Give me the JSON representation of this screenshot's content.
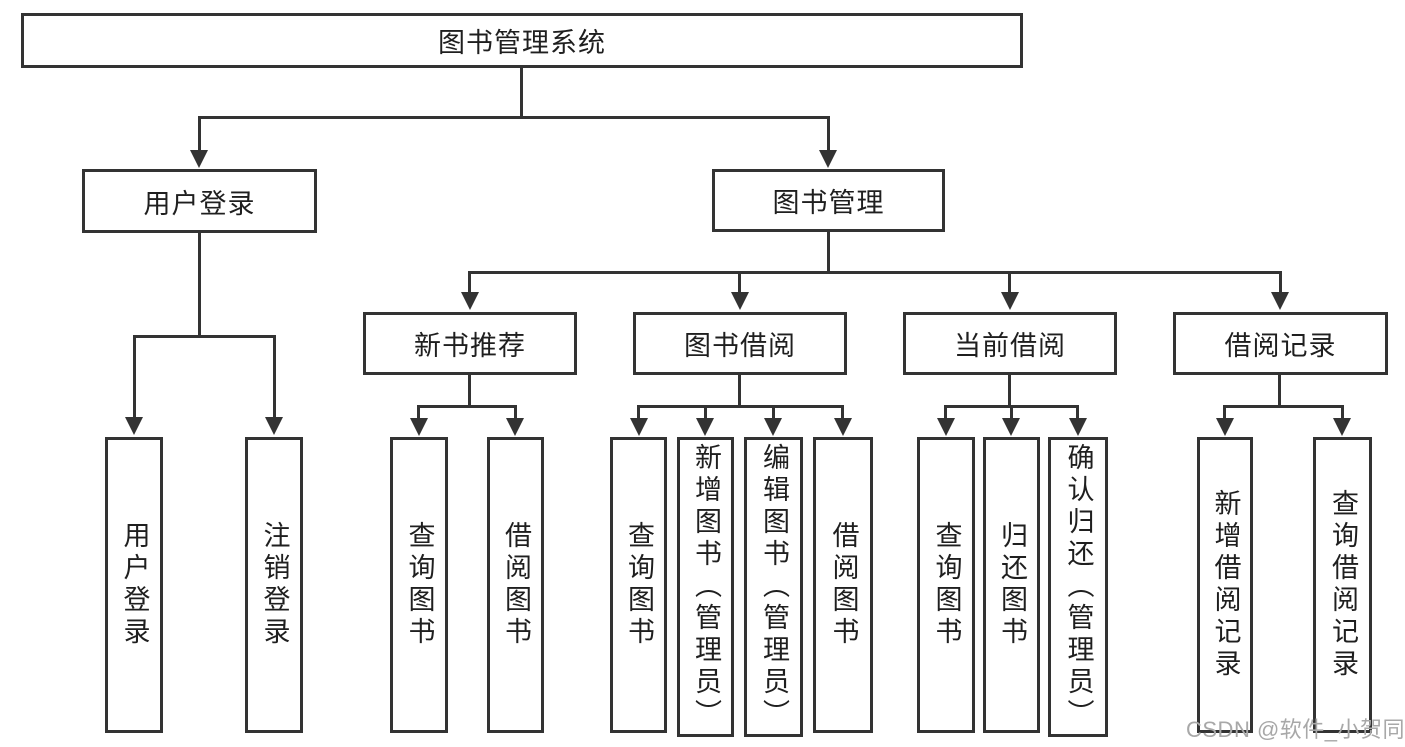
{
  "watermark": "CSDN @软件_小贺同学",
  "colors": {
    "line": "#333333",
    "text": "#1f1f1f",
    "background": "#ffffff",
    "watermark": "#a8a8a8"
  },
  "root": {
    "label": "图书管理系统",
    "children": [
      {
        "label": "用户登录",
        "children": [
          {
            "label": "用户登录"
          },
          {
            "label": "注销登录"
          }
        ]
      },
      {
        "label": "图书管理",
        "children": [
          {
            "label": "新书推荐",
            "children": [
              {
                "label": "查询图书"
              },
              {
                "label": "借阅图书"
              }
            ]
          },
          {
            "label": "图书借阅",
            "children": [
              {
                "label": "查询图书"
              },
              {
                "label": "新增图书（管理员）"
              },
              {
                "label": "编辑图书（管理员）"
              },
              {
                "label": "借阅图书"
              }
            ]
          },
          {
            "label": "当前借阅",
            "children": [
              {
                "label": "查询图书"
              },
              {
                "label": "归还图书"
              },
              {
                "label": "确认归还（管理员）"
              }
            ]
          },
          {
            "label": "借阅记录",
            "children": [
              {
                "label": "新增借阅记录"
              },
              {
                "label": "查询借阅记录"
              }
            ]
          }
        ]
      }
    ]
  }
}
